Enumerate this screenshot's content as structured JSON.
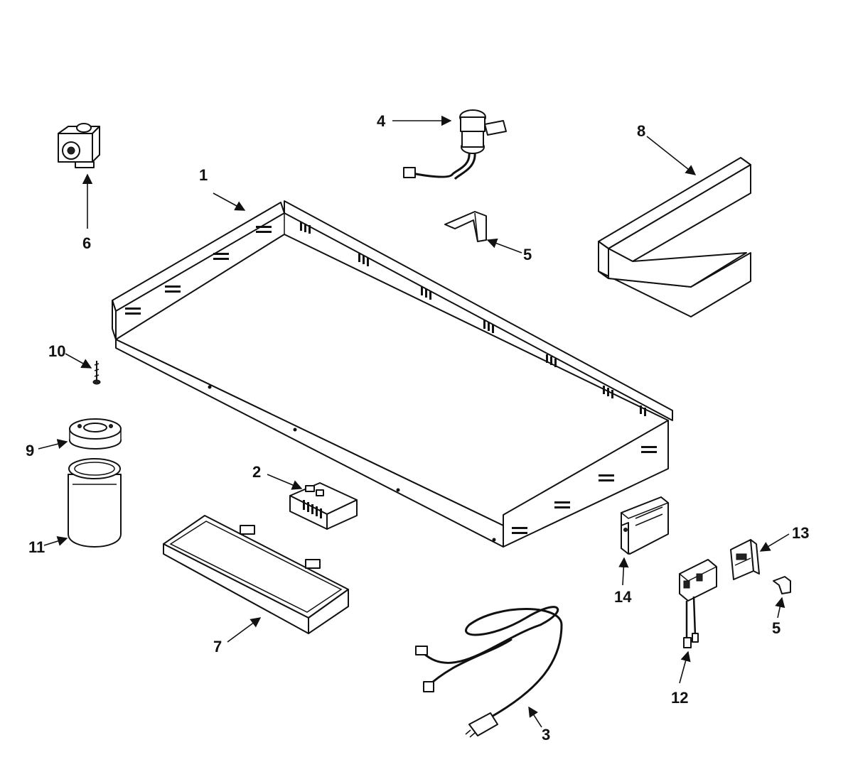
{
  "diagram": {
    "callouts": [
      {
        "id": "c1",
        "label": "1"
      },
      {
        "id": "c2",
        "label": "2"
      },
      {
        "id": "c3",
        "label": "3"
      },
      {
        "id": "c4",
        "label": "4"
      },
      {
        "id": "c5a",
        "label": "5"
      },
      {
        "id": "c5b",
        "label": "5"
      },
      {
        "id": "c6",
        "label": "6"
      },
      {
        "id": "c7",
        "label": "7"
      },
      {
        "id": "c8",
        "label": "8"
      },
      {
        "id": "c9",
        "label": "9"
      },
      {
        "id": "c10",
        "label": "10"
      },
      {
        "id": "c11",
        "label": "11"
      },
      {
        "id": "c12",
        "label": "12"
      },
      {
        "id": "c13",
        "label": "13"
      },
      {
        "id": "c14",
        "label": "14"
      }
    ],
    "colors": {
      "line": "#111111",
      "background": "#ffffff"
    }
  }
}
